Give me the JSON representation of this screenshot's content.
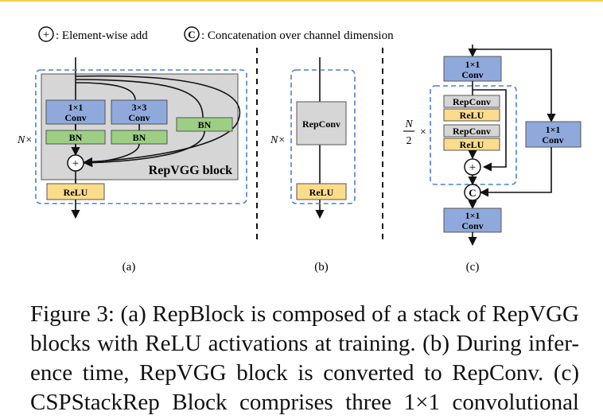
{
  "legend": {
    "add_symbol": "+",
    "add_label": ": Element-wise add",
    "concat_symbol": "C",
    "concat_label": ": Concatenation over channel dimension"
  },
  "panel_a": {
    "repeat_label": "N×",
    "conv1_line1": "1×1",
    "conv1_line2": "Conv",
    "conv3_line1": "3×3",
    "conv3_line2": "Conv",
    "bn_left": "BN",
    "bn_mid": "BN",
    "bn_right": "BN",
    "add_symbol": "+",
    "block_label": "RepVGG block",
    "relu": "ReLU",
    "caption": "(a)"
  },
  "panel_b": {
    "repeat_label": "N×",
    "repconv": "RepConv",
    "relu": "ReLU",
    "caption": "(b)"
  },
  "panel_c": {
    "top_conv_line1": "1×1",
    "top_conv_line2": "Conv",
    "repconv_1": "RepConv",
    "relu_1": "ReLU",
    "repconv_2": "RepConv",
    "relu_2": "ReLU",
    "repeat_numerator": "N",
    "repeat_denominator": "2",
    "repeat_times": "×",
    "add_symbol": "+",
    "concat_symbol": "C",
    "side_conv_line1": "1×1",
    "side_conv_line2": "Conv",
    "bottom_conv_line1": "1×1",
    "bottom_conv_line2": "Conv",
    "caption": "(c)"
  },
  "caption_lines": [
    "Figure 3: (a) RepBlock is composed of a stack of RepVGG",
    "blocks with ReLU activations at training. (b) During infer-",
    "ence time, RepVGG block is converted to RepConv. (c)",
    "CSPStackRep Block comprises three 1×1 convolutional"
  ],
  "colors": {
    "conv_blue": "#8fa9dc",
    "bn_green": "#9ccf83",
    "relu_yellow": "#fbdc8b",
    "gray_box": "#d6d6d6",
    "dashed_blue": "#4a7fd6",
    "top_rule": "#f2cf4a"
  }
}
